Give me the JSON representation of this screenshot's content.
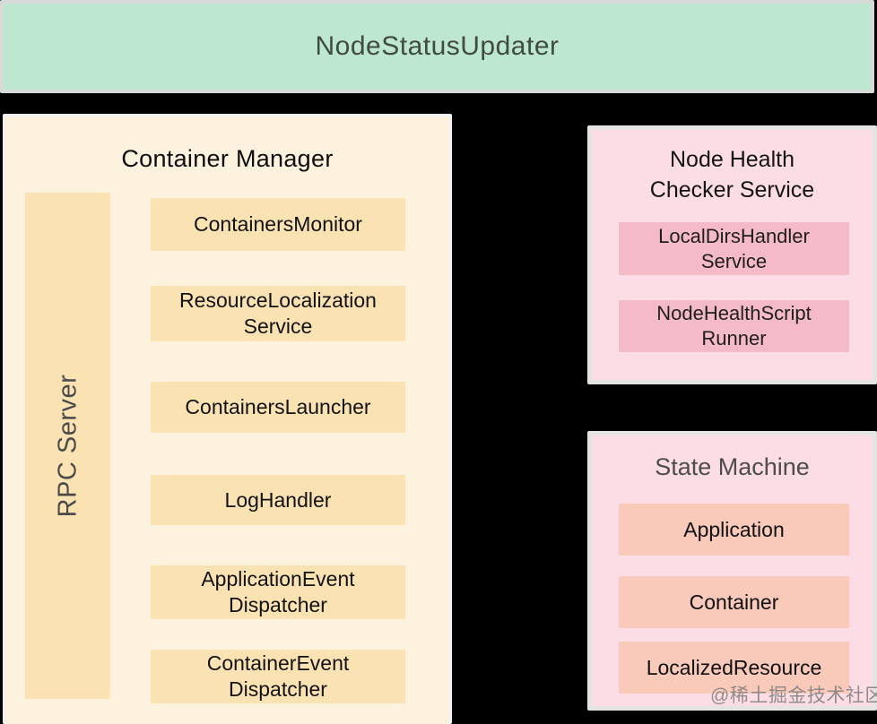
{
  "banner": {
    "label": "NodeStatusUpdater"
  },
  "container_manager": {
    "title": "Container Manager",
    "rpc_server_label": "RPC Server",
    "components": [
      "ContainersMonitor",
      "ResourceLocalization Service",
      "ContainersLauncher",
      "LogHandler",
      "ApplicationEvent Dispatcher",
      "ContainerEvent Dispatcher"
    ]
  },
  "node_health_checker": {
    "title": "Node Health Checker Service",
    "components": [
      "LocalDirsHandler Service",
      "NodeHealthScript Runner"
    ]
  },
  "state_machine": {
    "title": "State Machine",
    "components": [
      "Application",
      "Container",
      "LocalizedResource"
    ]
  },
  "watermark": "@稀土掘金技术社区",
  "colors": {
    "bg": "#000000",
    "green": "#bee7d1",
    "frame": "#d8dad7",
    "cream": "#fdf2de",
    "yellow": "#fbe2b3",
    "pink": "#fcdde5",
    "rose": "#f5bac8",
    "salmon": "#f9c9ba"
  }
}
